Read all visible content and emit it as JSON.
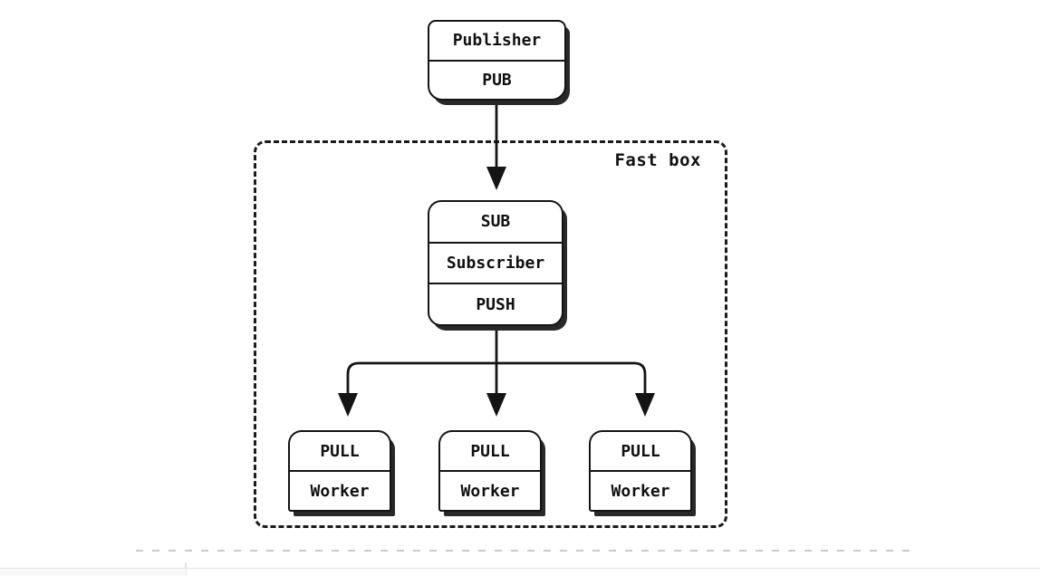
{
  "diagram": {
    "publisher": {
      "title": "Publisher",
      "socket": "PUB"
    },
    "fast_box": {
      "label": "Fast box"
    },
    "subscriber": {
      "socket_in": "SUB",
      "title": "Subscriber",
      "socket_out": "PUSH"
    },
    "workers": [
      {
        "socket": "PULL",
        "title": "Worker"
      },
      {
        "socket": "PULL",
        "title": "Worker"
      },
      {
        "socket": "PULL",
        "title": "Worker"
      }
    ]
  },
  "colors": {
    "line": "#141414",
    "node_shadow": "#292929",
    "dashed_container": "#1b1b1b",
    "muted_dashed_line": "#c9c9c9",
    "panel_border": "#e4e4e4",
    "panel_background": "#f9f9f9",
    "background": "#ffffff"
  }
}
